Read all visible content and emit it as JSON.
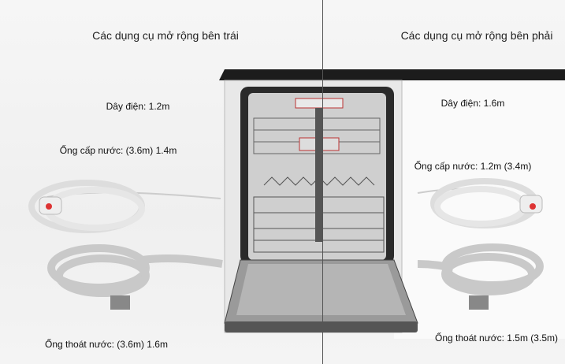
{
  "left": {
    "title": "Các dụng cụ mở rộng bên trái",
    "power_cord": "Dây điện: 1.2m",
    "inlet_hose": "Ống cấp nước: (3.6m) 1.4m",
    "drain_hose": "Ống thoát nước: (3.6m) 1.6m"
  },
  "right": {
    "title": "Các dụng cụ mở rộng bên phải",
    "power_cord": "Dây điện: 1.6m",
    "inlet_hose": "Ống cấp nước: 1.2m (3.4m)",
    "drain_hose": "Ống thoát nước: 1.5m (3.5m)"
  }
}
